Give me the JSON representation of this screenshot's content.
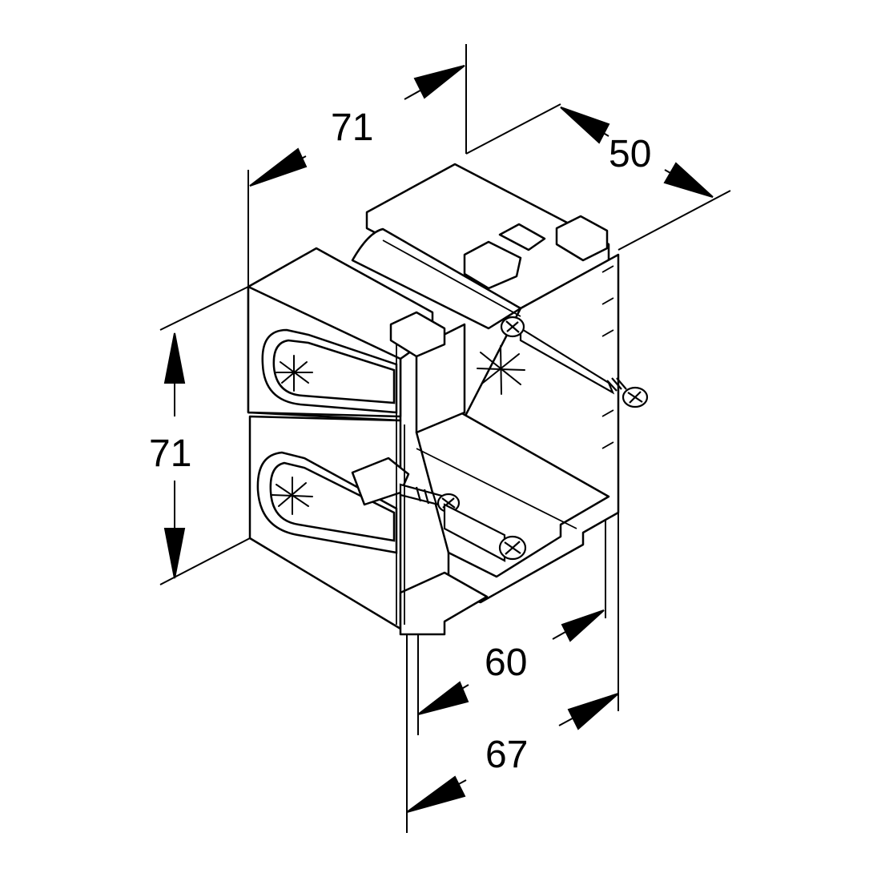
{
  "drawing": {
    "line_color": "#000000",
    "background": "#ffffff"
  },
  "dimensions": {
    "top_width": "71",
    "top_depth": "50",
    "left_height": "71",
    "bottom_inner": "60",
    "bottom_outer": "67"
  },
  "parts": {
    "screws": [
      "screw",
      "screw",
      "screw"
    ],
    "knockouts": [
      "knockout-top",
      "knockout-bottom",
      "knockout-inside"
    ]
  }
}
